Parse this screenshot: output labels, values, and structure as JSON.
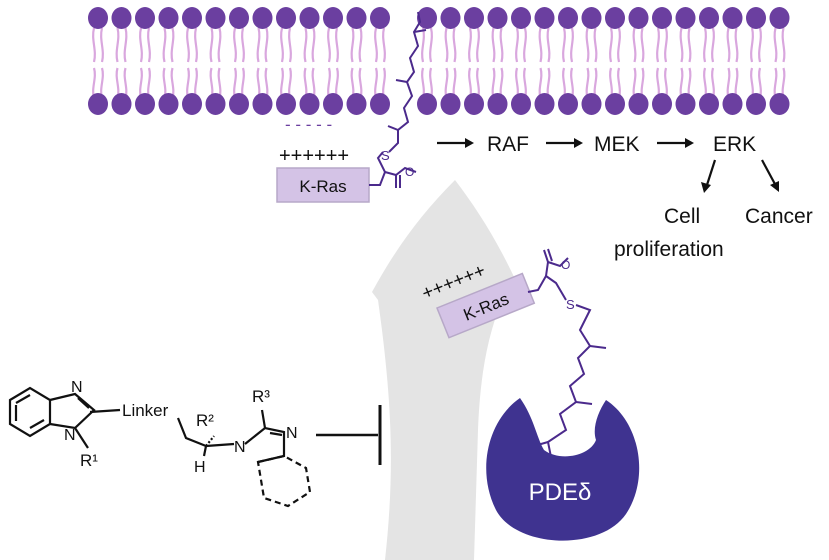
{
  "pathway": {
    "raf": "RAF",
    "mek": "MEK",
    "erk": "ERK",
    "cell": "Cell",
    "proliferation": "proliferation",
    "cancer": "Cancer"
  },
  "membrane_kras": {
    "label": "K-Ras",
    "charges": "++++++",
    "sulfur": "S",
    "ester_o": "O",
    "minus_dashes": "- - - - -"
  },
  "pde_kras": {
    "label": "K-Ras",
    "charges": "++++++",
    "sulfur": "S",
    "ester_o": "O"
  },
  "pde": {
    "label": "PDEδ"
  },
  "inhibitor": {
    "n_top": "N",
    "n_bottom": "N",
    "r1": "R¹",
    "linker": "Linker",
    "r2": "R²",
    "h": "H",
    "r3": "R³",
    "n_ring_top": "N",
    "n_ring_left": "N"
  },
  "colors": {
    "lipid_head": "#6b3fa0",
    "lipid_tail": "#d9a7de",
    "chain": "#4b2a8c",
    "kras_box": "#d4c3e6",
    "pde_body": "#3f3390",
    "arrow_grey": "#e3e3e3"
  }
}
